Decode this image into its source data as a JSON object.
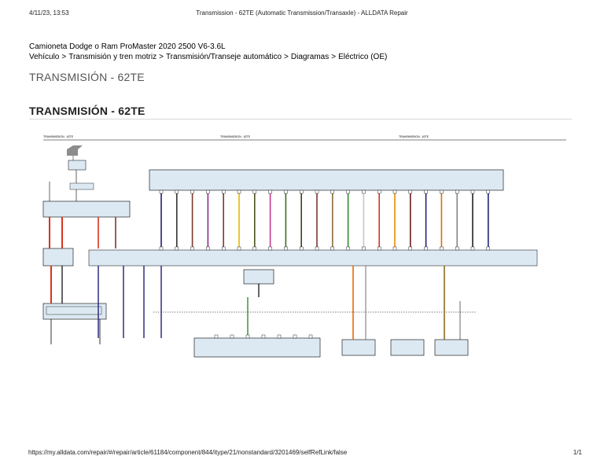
{
  "header": {
    "datetime": "4/11/23, 13:53",
    "page_title": "Transmission - 62TE (Automatic Transmission/Transaxle) - ALLDATA Repair"
  },
  "vehicle": "Camioneta Dodge o Ram ProMaster 2020 2500 V6-3.6L",
  "breadcrumb": [
    "Vehículo",
    "Transmisión y tren motriz",
    "Transmisión/Transeje automático",
    "Diagramas",
    "Eléctrico (OE)"
  ],
  "breadcrumb_sep": ">",
  "section_title": "TRANSMISIÓN - 62TE",
  "subsection_title": "TRANSMISIÓN - 62TE",
  "diagram": {
    "sheet_labels": [
      "TRANSMISSION - 62TE",
      "TRANSMISSION - 62TE",
      "TRANSMISSION - 62TE"
    ],
    "wire_colors": [
      "#1f1f7a",
      "#333333",
      "#7a3b2e",
      "#8a2b8a",
      "#7a3b2e",
      "#e6b800",
      "#4b5320",
      "#c8398b",
      "#3a6b1e",
      "#4b3a20",
      "#7a3b2e",
      "#8a6b3a",
      "#2e8b2e",
      "#c8c8c8",
      "#d9341c",
      "#e68a00",
      "#6b1e1e",
      "#1f1f7a",
      "#e66a00",
      "#888888",
      "#222222",
      "#1f1f7a"
    ]
  },
  "footer": {
    "url": "https://my.alldata.com/repair/#/repair/article/61184/component/844/itype/21/nonstandard/3201469/selfRefLink/false",
    "page": "1/1"
  }
}
